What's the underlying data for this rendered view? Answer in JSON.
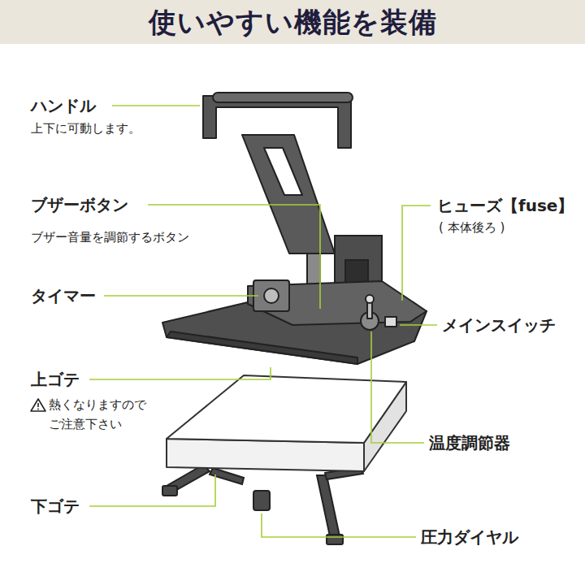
{
  "diagram": {
    "title": "使いやすい機能を装備",
    "labels": [
      "ハンドル",
      "上下に可動します。",
      "ブザーボタン",
      "ブザー音量を調節するボタン",
      "タイマー",
      "上ゴテ",
      "熱くなりますので ご注意下さい",
      "下ゴテ",
      "ヒューズ【fuse】",
      "( 本体後ろ )",
      "メインスイッチ",
      "温度調節器",
      "圧力ダイヤル"
    ]
  }
}
